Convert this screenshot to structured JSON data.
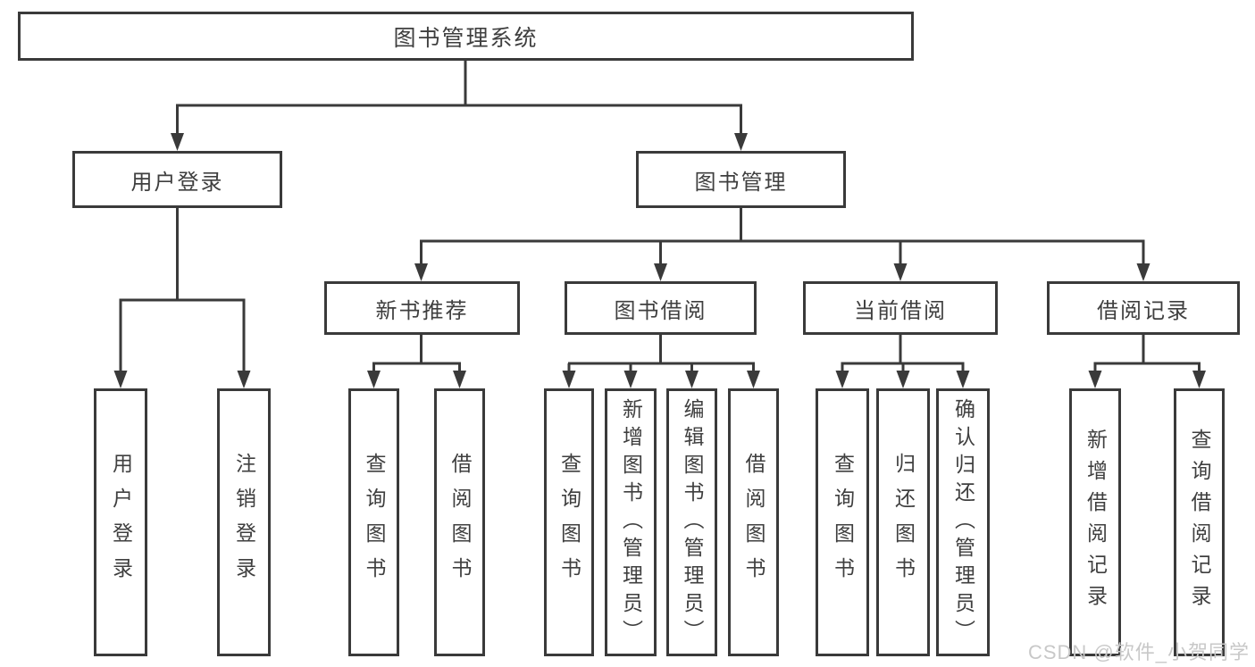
{
  "diagram": {
    "root": {
      "label": "图书管理系统"
    },
    "level2": [
      {
        "label": "用户登录"
      },
      {
        "label": "图书管理"
      }
    ],
    "level3": [
      {
        "label": "新书推荐"
      },
      {
        "label": "图书借阅"
      },
      {
        "label": "当前借阅"
      },
      {
        "label": "借阅记录"
      }
    ],
    "leaves": [
      {
        "parent": "用户登录",
        "label": "用户登录"
      },
      {
        "parent": "用户登录",
        "label": "注销登录"
      },
      {
        "parent": "新书推荐",
        "label": "查询图书"
      },
      {
        "parent": "新书推荐",
        "label": "借阅图书"
      },
      {
        "parent": "图书借阅",
        "label": "查询图书"
      },
      {
        "parent": "图书借阅",
        "label": "新增图书（管理员）"
      },
      {
        "parent": "图书借阅",
        "label": "编辑图书（管理员）"
      },
      {
        "parent": "图书借阅",
        "label": "借阅图书"
      },
      {
        "parent": "当前借阅",
        "label": "查询图书"
      },
      {
        "parent": "当前借阅",
        "label": "归还图书"
      },
      {
        "parent": "当前借阅",
        "label": "确认归还（管理员）"
      },
      {
        "parent": "借阅记录",
        "label": "新增借阅记录"
      },
      {
        "parent": "借阅记录",
        "label": "查询借阅记录"
      }
    ]
  },
  "watermark": {
    "text": "CSDN @软件_小贺同学"
  },
  "colors": {
    "line": "#3a3a3a",
    "text": "#3f3f3f",
    "background": "#ffffff",
    "watermark": "#c8c8c8"
  }
}
